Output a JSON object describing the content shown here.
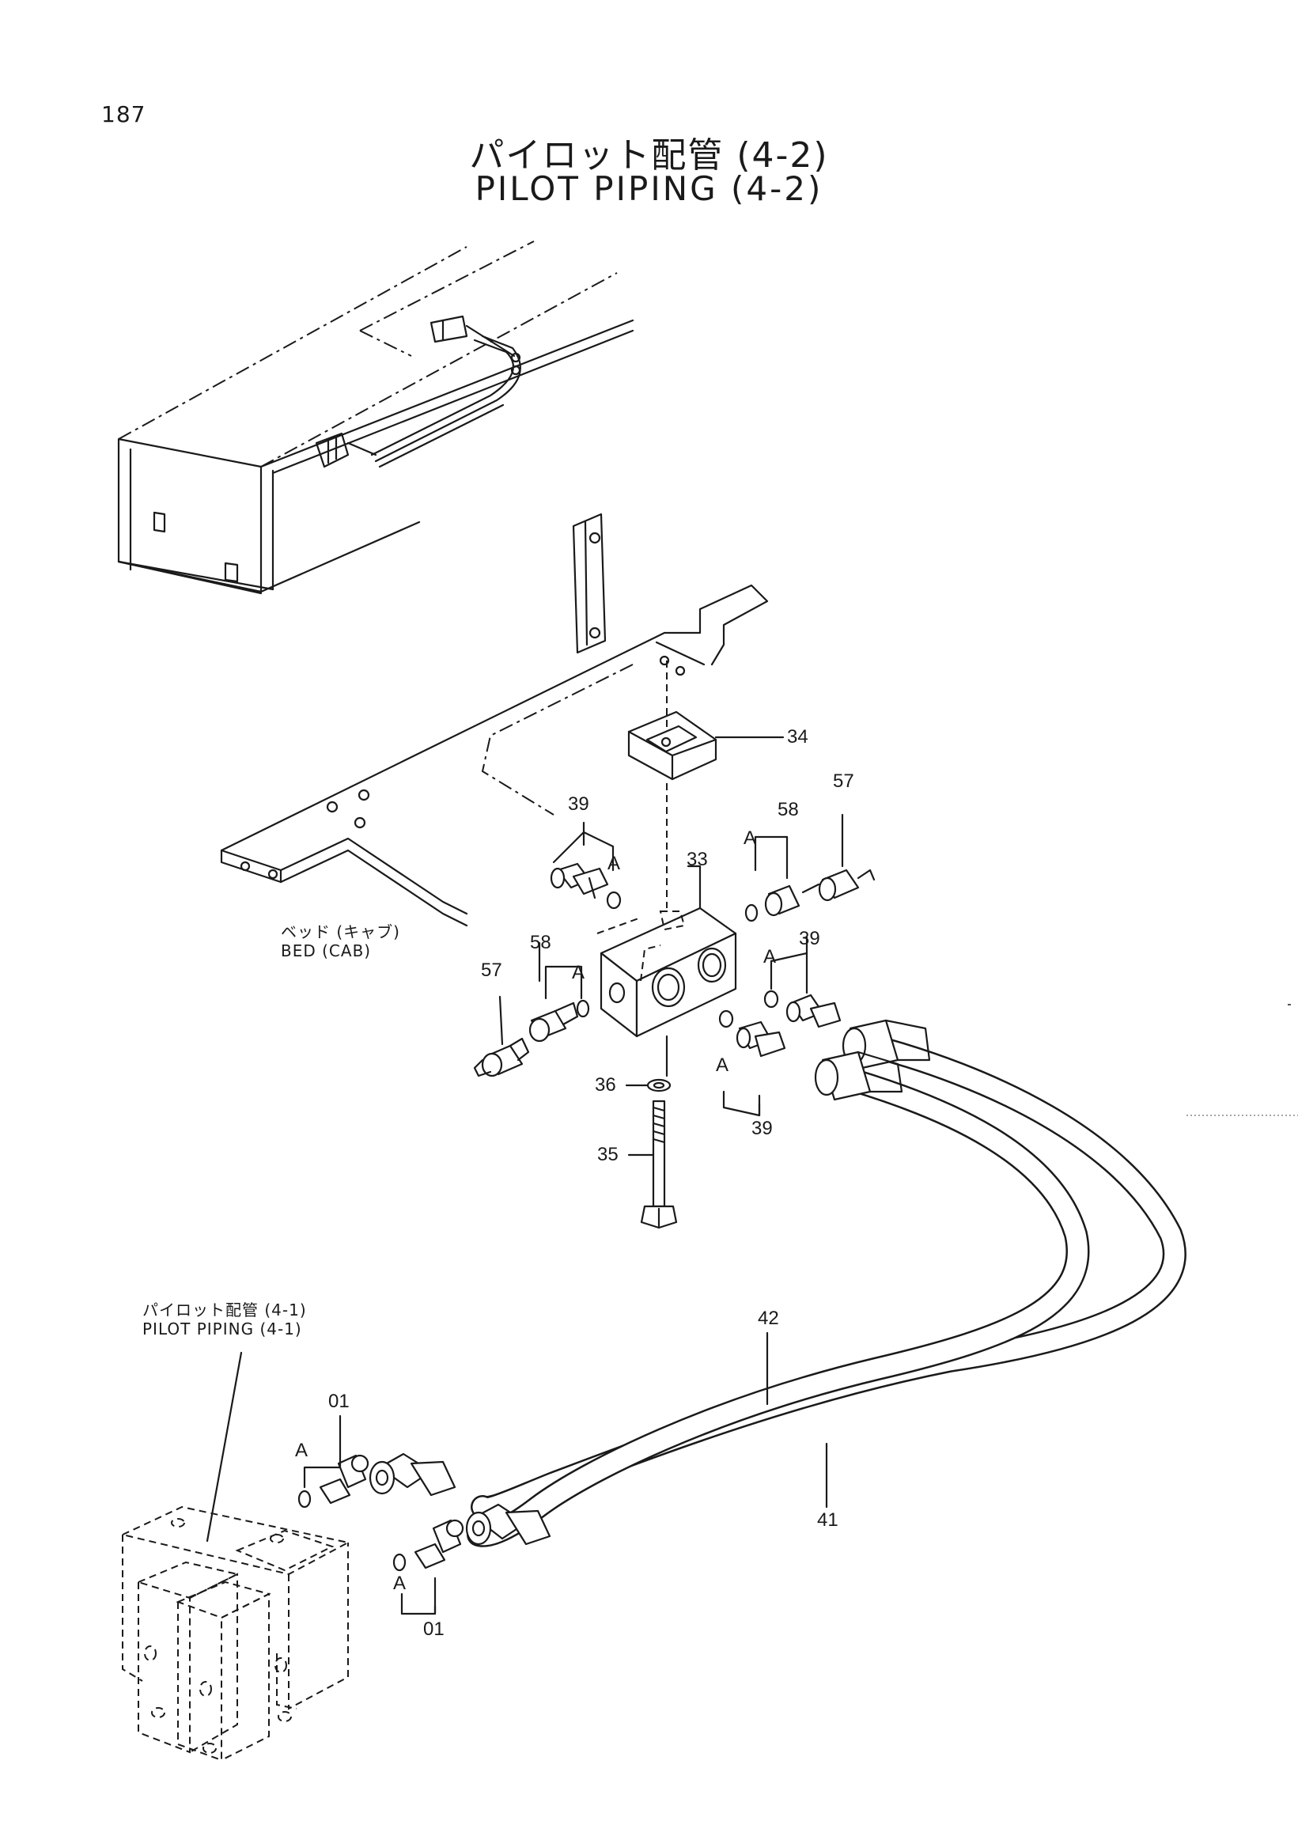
{
  "header": {
    "page_number": "187",
    "title_jp": "パイロット配管 (4-2)",
    "title_en": "PILOT PIPING (4-2)"
  },
  "labels": {
    "bed_jp": "ベッド (キャブ)",
    "bed_en": "BED (CAB)",
    "ref_jp": "パイロット配管 (4-1)",
    "ref_en": "PILOT PIPING (4-1)"
  },
  "callouts": {
    "p34": "34",
    "p57_right": "57",
    "p58_right": "58",
    "p39_upper_left": "39",
    "p33": "33",
    "a_left_upper": "A",
    "a_right_upper": "A",
    "p57_left": "57",
    "p58_left": "58",
    "a_left_mid": "A",
    "p39_right": "39",
    "a_right_mid": "A",
    "a_lower_mid": "A",
    "p39_lower": "39",
    "p36": "36",
    "p35": "35",
    "p42": "42",
    "p41": "41",
    "p01_upper": "01",
    "a_01_upper": "A",
    "a_01_lower": "A",
    "p01_lower": "01"
  }
}
